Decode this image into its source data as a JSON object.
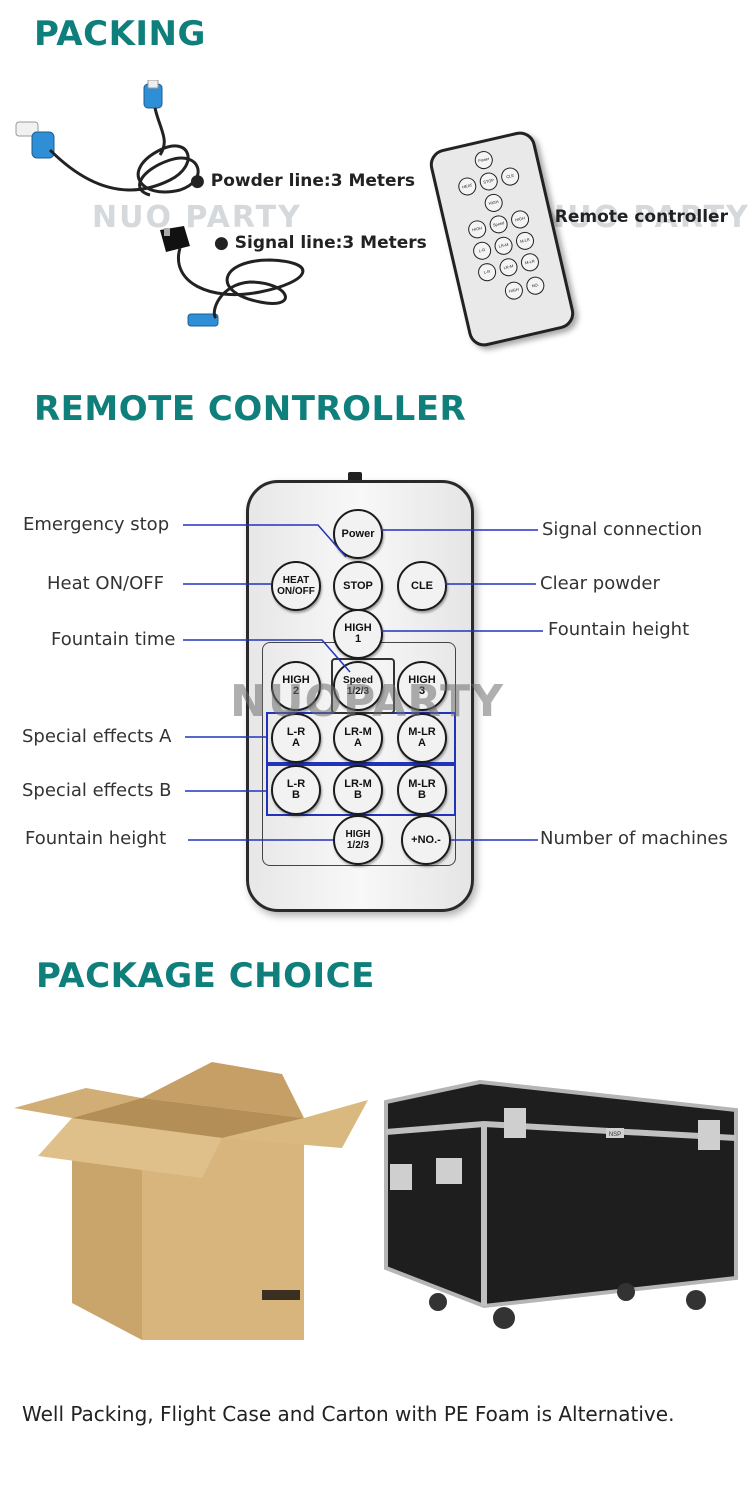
{
  "sections": {
    "packing": "PACKING",
    "remote": "REMOTE CONTROLLER",
    "package": "PACKAGE CHOICE"
  },
  "watermarks": {
    "packing_left": "NUO PARTY",
    "packing_right": "NUO PARTY",
    "remote": "NUOPARTY"
  },
  "packing_items": {
    "powder_line": "Powder line:3 Meters",
    "signal_line": "Signal line:3 Meters",
    "remote_controller": "Remote controller"
  },
  "remote_labels": {
    "left": [
      "Emergency stop",
      "Heat ON/OFF",
      "Fountain time",
      "Special effects A",
      "Special effects B",
      "Fountain height"
    ],
    "right": [
      "Signal connection",
      "Clear powder",
      "Fountain height",
      "Number of machines"
    ]
  },
  "remote_buttons": {
    "power": "Power",
    "heat": "HEAT\nON/OFF",
    "stop": "STOP",
    "cle": "CLE",
    "high1": "HIGH\n1",
    "high2": "HIGH\n2",
    "speed": "Speed\n1/2/3",
    "high3": "HIGH\n3",
    "lr_a": "L-R\nA",
    "lrm_a": "LR-M\nA",
    "mlr_a": "M-LR\nA",
    "lr_b": "L-R\nB",
    "lrm_b": "LR-M\nB",
    "mlr_b": "M-LR\nB",
    "high123": "HIGH\n1/2/3",
    "no": "+NO.-"
  },
  "brand_marks": {
    "flight_case_logo": "NSP"
  },
  "caption": "Well Packing, Flight Case and Carton with PE Foam is Alternative.",
  "colors": {
    "heading": "#0f7f7c",
    "leader_line": "#2233bb"
  }
}
